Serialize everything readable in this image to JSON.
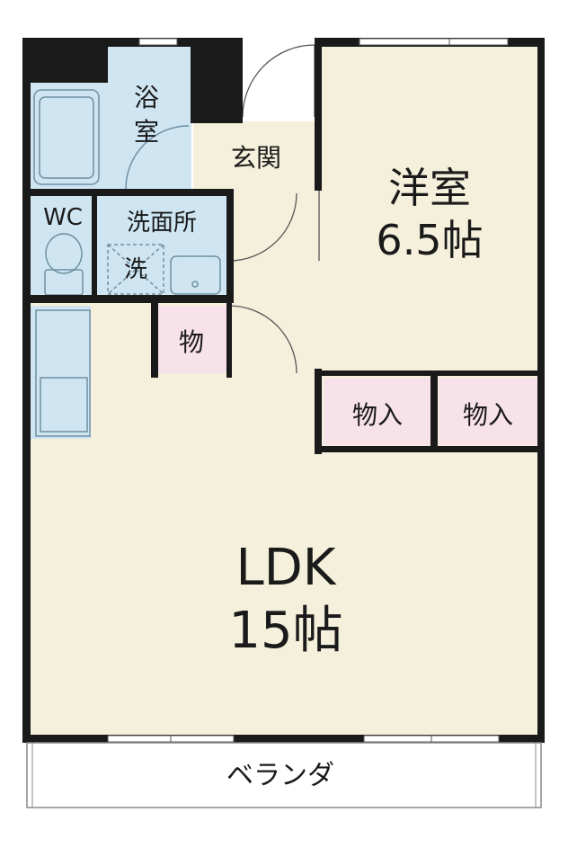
{
  "rooms": {
    "bath": {
      "line1": "浴",
      "line2": "室"
    },
    "entrance": {
      "label": "玄関"
    },
    "western": {
      "name": "洋室",
      "size": "6.5帖"
    },
    "wc": {
      "label": "WC"
    },
    "washroom": {
      "label": "洗面所"
    },
    "washer": {
      "label": "洗"
    },
    "storage_small": {
      "label": "物"
    },
    "closet_left": {
      "label": "物入"
    },
    "closet_right": {
      "label": "物入"
    },
    "ldk": {
      "name": "LDK",
      "size": "15帖"
    },
    "veranda": {
      "label": "ベランダ"
    }
  },
  "colors": {
    "floor": "#f5f0dc",
    "wet_area": "#cfe6f2",
    "storage": "#f8e2ea",
    "wall": "#1a1a1a"
  }
}
